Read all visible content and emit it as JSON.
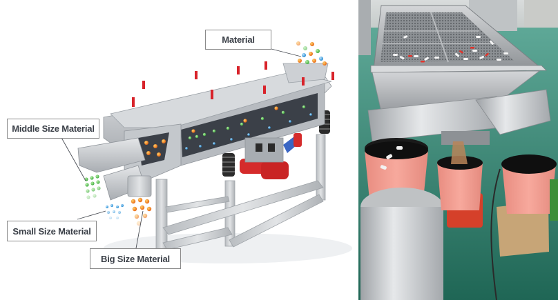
{
  "diagram": {
    "labels": {
      "material": "Material",
      "middle": "Middle Size Material",
      "small": "Small Size Material",
      "big": "Big Size Material"
    },
    "colors": {
      "frame": "#c9ccd0",
      "frame_dark": "#9ea3a8",
      "clamp_red": "#d8232a",
      "motor_red": "#d52b2b",
      "motor_blue": "#3a66c4",
      "particle_orange": "#f07a1a",
      "particle_green": "#4fbf45",
      "particle_blue": "#2e9bdc",
      "label_text": "#3a3f47",
      "label_border": "#8a8a8a"
    }
  },
  "photo": {
    "description": "Linear vibrating sieve in factory separating white and red pellets into pink buckets",
    "colors": {
      "floor": "#2f7a6a",
      "steel": "#c3c5c8",
      "bucket": "#f19a8e",
      "bucket_rim": "#1a1a1a",
      "box": "#c8a77a"
    }
  }
}
